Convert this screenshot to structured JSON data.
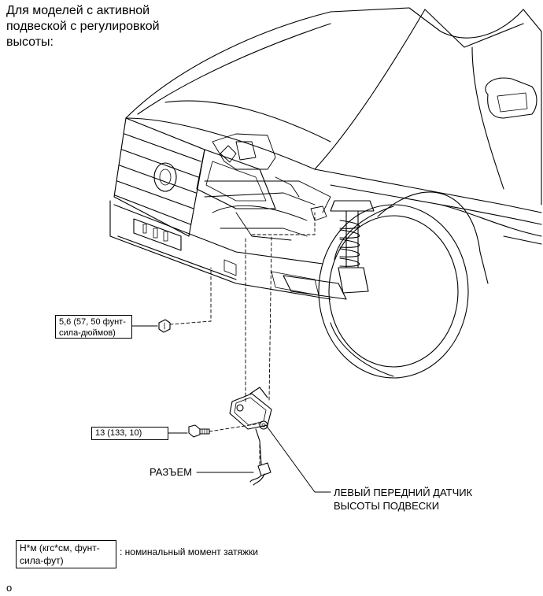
{
  "heading": {
    "lines": [
      "Для моделей с активной",
      "подвеской с регулировкой",
      "высоты:"
    ]
  },
  "callouts": {
    "torque_small": {
      "lines": [
        "5,6 (57, 50 фунт-",
        "сила-дюймов)"
      ]
    },
    "torque_large": {
      "lines": [
        "13 (133, 10)"
      ]
    },
    "connector": "РАЗЪЕМ",
    "sensor": {
      "lines": [
        "ЛЕВЫЙ ПЕРЕДНИЙ ДАТЧИК",
        "ВЫСОТЫ ПОДВЕСКИ"
      ]
    }
  },
  "legend": {
    "unit_lines": [
      "Н*м (кгс*см, фунт-",
      "сила-фут)"
    ],
    "description": ": номинальный момент затяжки"
  },
  "corner_mark": "o"
}
